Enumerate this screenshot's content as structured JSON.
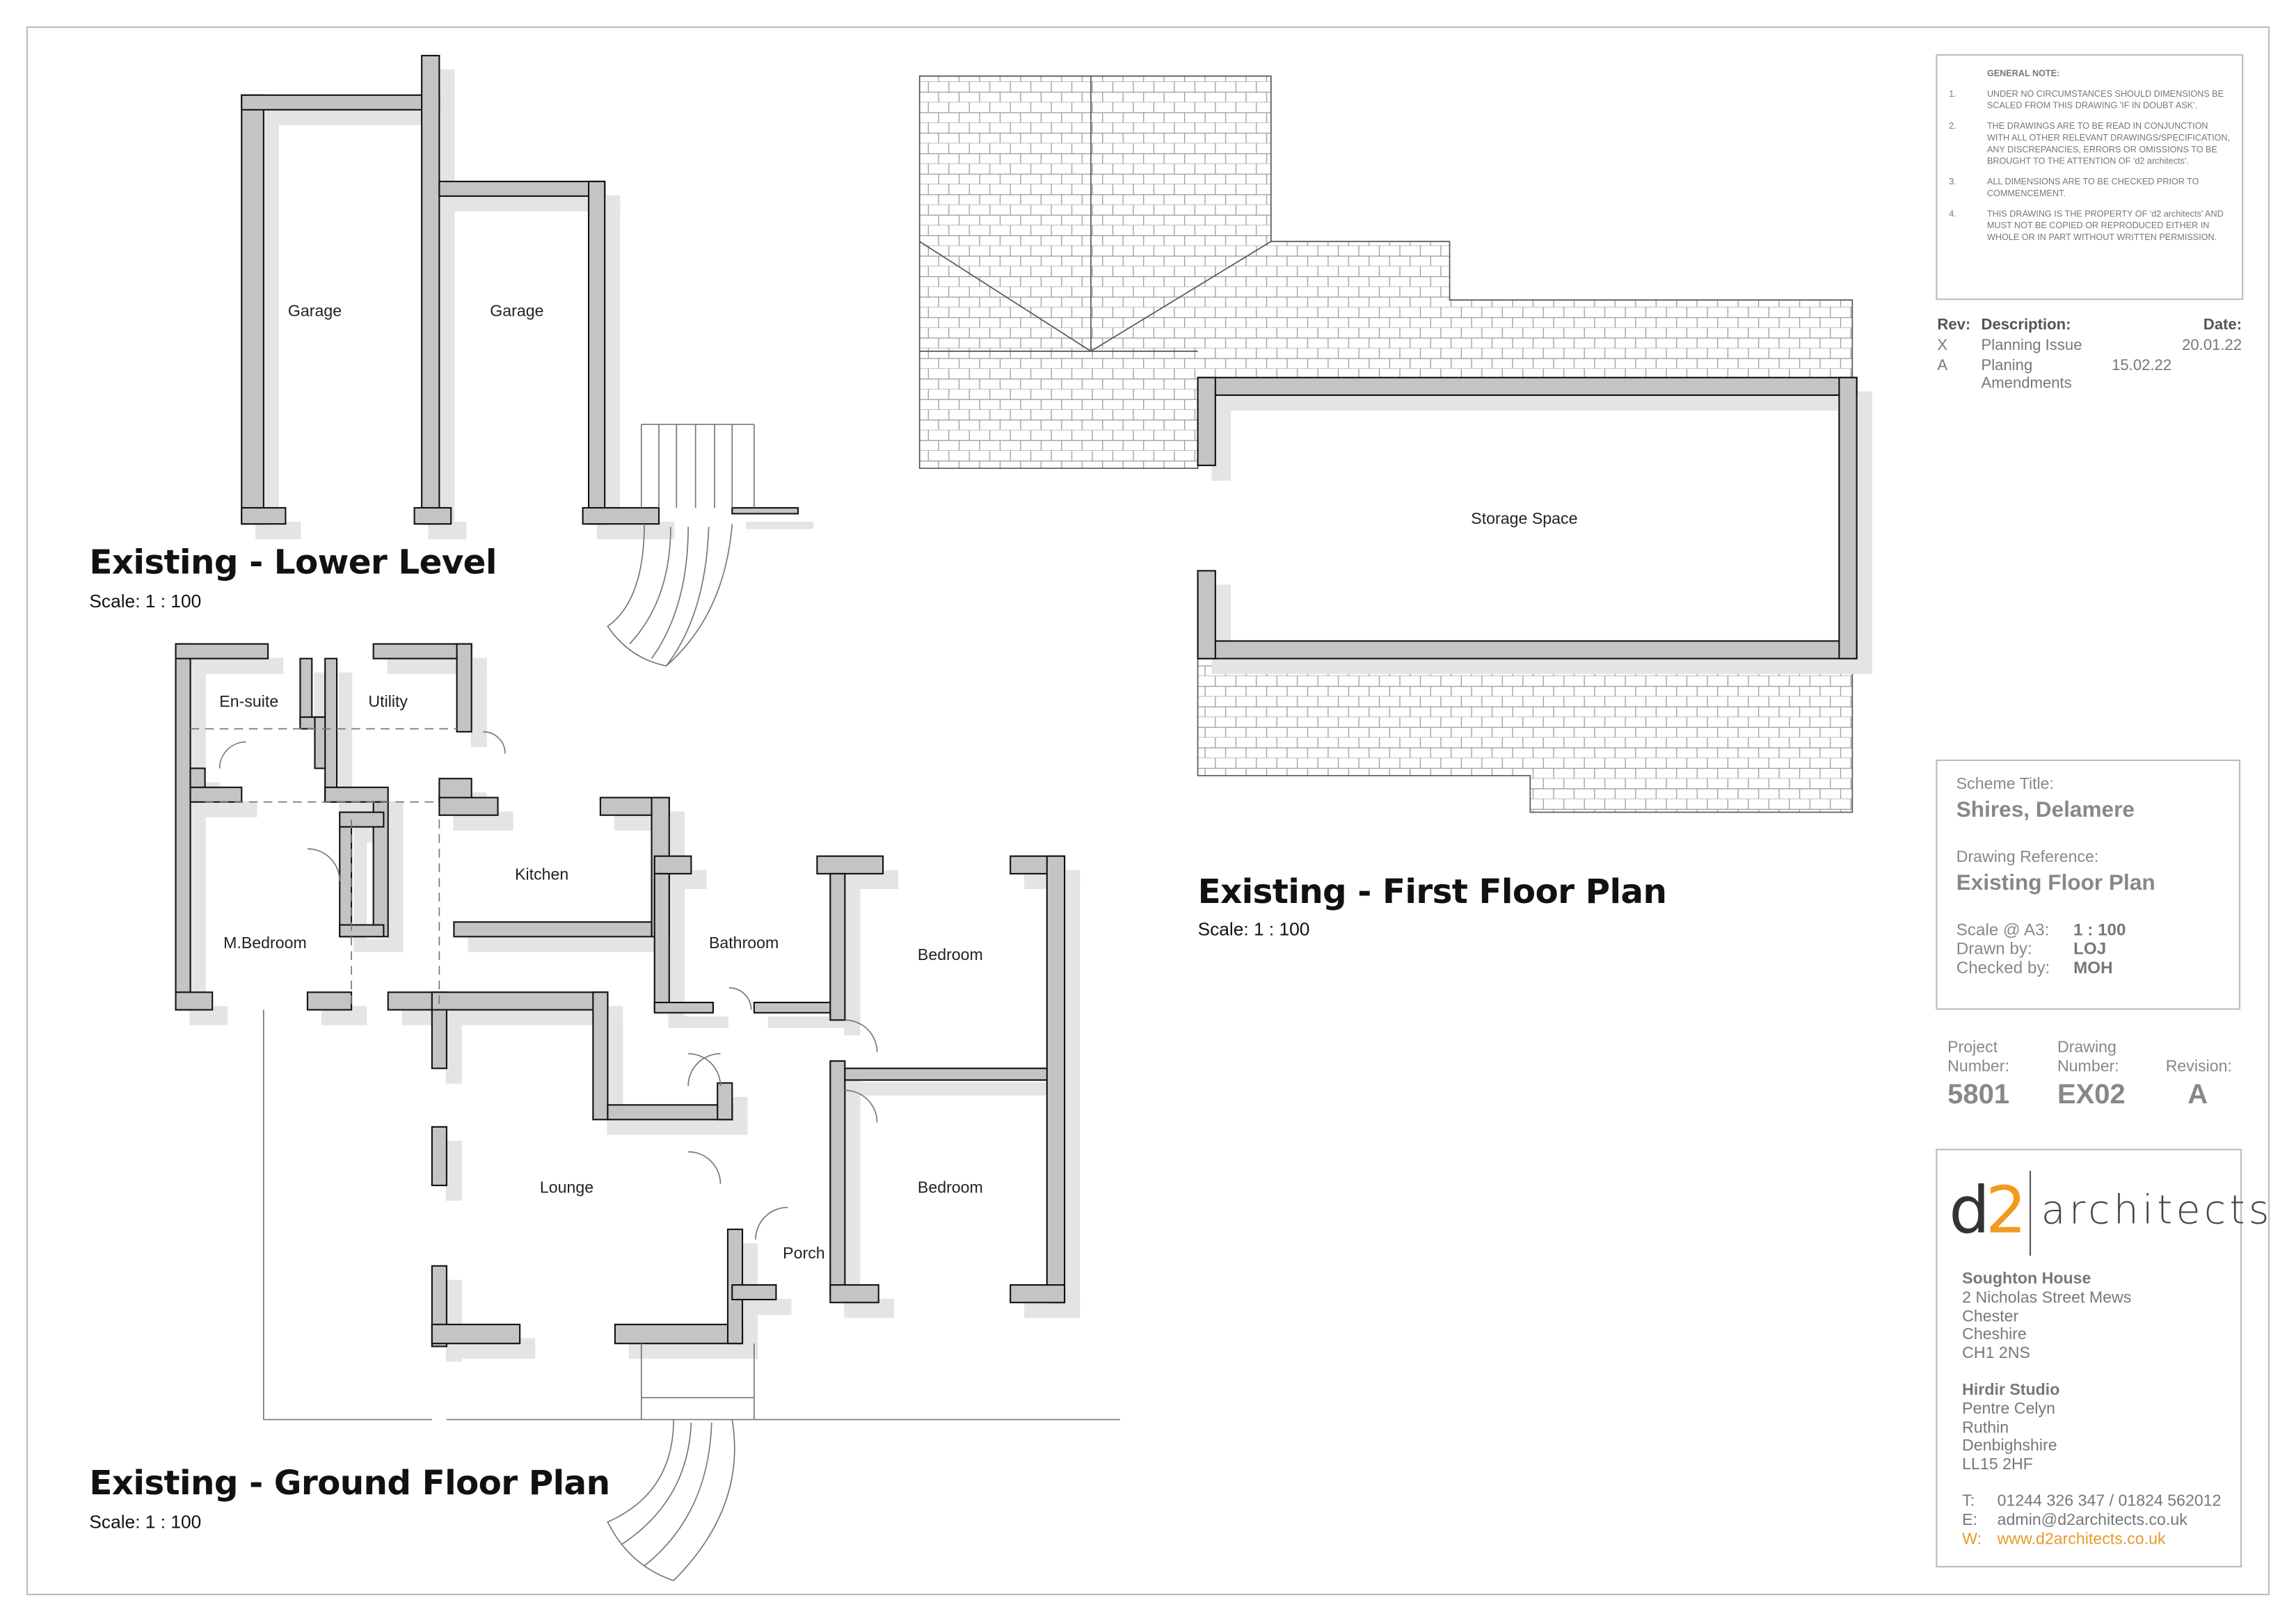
{
  "plans": {
    "lower": {
      "title": "Existing - Lower Level",
      "scale": "Scale:  1 : 100",
      "rooms": [
        "Garage",
        "Garage"
      ]
    },
    "first": {
      "title": "Existing - First Floor Plan",
      "scale": "Scale:  1 : 100",
      "rooms": [
        "Storage Space"
      ]
    },
    "ground": {
      "title": "Existing - Ground Floor Plan",
      "scale": "Scale:  1 : 100",
      "rooms": [
        "En-suite",
        "Utility",
        "Kitchen",
        "M.Bedroom",
        "Bathroom",
        "Bedroom",
        "Bedroom",
        "Lounge",
        "Porch"
      ]
    }
  },
  "notes": {
    "heading": "GENERAL NOTE:",
    "items": [
      {
        "num": "1.",
        "text": "UNDER NO CIRCUMSTANCES SHOULD DIMENSIONS BE SCALED FROM THIS DRAWING 'IF IN DOUBT ASK'."
      },
      {
        "num": "2.",
        "text": "THE DRAWINGS ARE TO BE READ IN CONJUNCTION WITH ALL OTHER RELEVANT DRAWINGS/SPECIFICATION, ANY  DISCREPANCIES, ERRORS OR OMISSIONS TO BE BROUGHT TO THE ATTENTION OF 'd2 architects'."
      },
      {
        "num": "3.",
        "text": "ALL DIMENSIONS ARE TO BE CHECKED PRIOR TO COMMENCEMENT."
      },
      {
        "num": "4.",
        "text": "THIS DRAWING IS THE PROPERTY OF 'd2 architects' AND MUST NOT BE COPIED OR REPRODUCED EITHER IN WHOLE OR IN PART WITHOUT WRITTEN PERMISSION."
      }
    ]
  },
  "revisions": {
    "headers": [
      "Rev:",
      "Description:",
      "Date:"
    ],
    "rows": [
      {
        "rev": "X",
        "desc": "Planning Issue",
        "date": "20.01.22"
      },
      {
        "rev": "A",
        "desc": "Planing Amendments",
        "date": "15.02.22"
      }
    ]
  },
  "scheme": {
    "title_label": "Scheme Title:",
    "title": "Shires, Delamere",
    "ref_label": "Drawing Reference:",
    "ref": "Existing Floor Plan",
    "scale_label": "Scale @ A3:",
    "scale": "1 : 100",
    "drawn_label": "Drawn by:",
    "drawn": "LOJ",
    "checked_label": "Checked by:",
    "checked": "MOH"
  },
  "project": {
    "number_label": "Project Number:",
    "number": "5801",
    "drawing_label": "Drawing Number:",
    "drawing": "EX02",
    "revision_label": "Revision:",
    "revision": "A"
  },
  "company": {
    "logo_d": "d",
    "logo_2": "2",
    "logo_word": "architects",
    "office1": {
      "name": "Soughton House",
      "lines": [
        "2 Nicholas Street Mews",
        "Chester",
        "Cheshire",
        "CH1 2NS"
      ]
    },
    "office2": {
      "name": "Hirdir Studio",
      "lines": [
        "Pentre Celyn",
        "Ruthin",
        "Denbighshire",
        "LL15 2HF"
      ]
    },
    "tel_label": "T:",
    "tel": "01244 326 347 / 01824 562012",
    "email_label": "E:",
    "email": "admin@d2architects.co.uk",
    "web_label": "W:",
    "web": "www.d2architects.co.uk"
  },
  "colors": {
    "wall": "#c4c4c4",
    "brand_orange": "#f29a1f",
    "brand_dark": "#333333"
  }
}
